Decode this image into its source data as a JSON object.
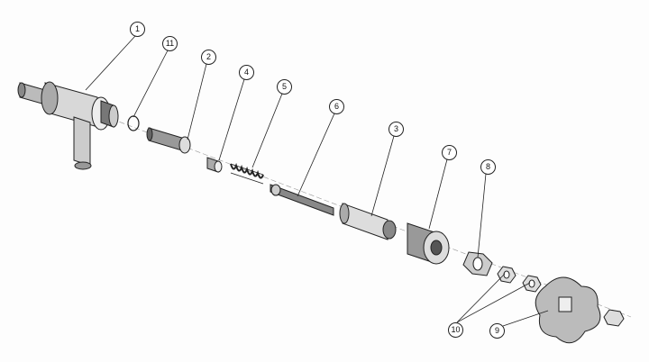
{
  "diagram": {
    "type": "exploded-assembly-view",
    "callouts": [
      "1",
      "11",
      "2",
      "4",
      "5",
      "6",
      "3",
      "7",
      "8",
      "10",
      "9"
    ],
    "colors": {
      "line": "#222222",
      "part_light": "#e6e6e6",
      "part_dark": "#555555"
    }
  }
}
